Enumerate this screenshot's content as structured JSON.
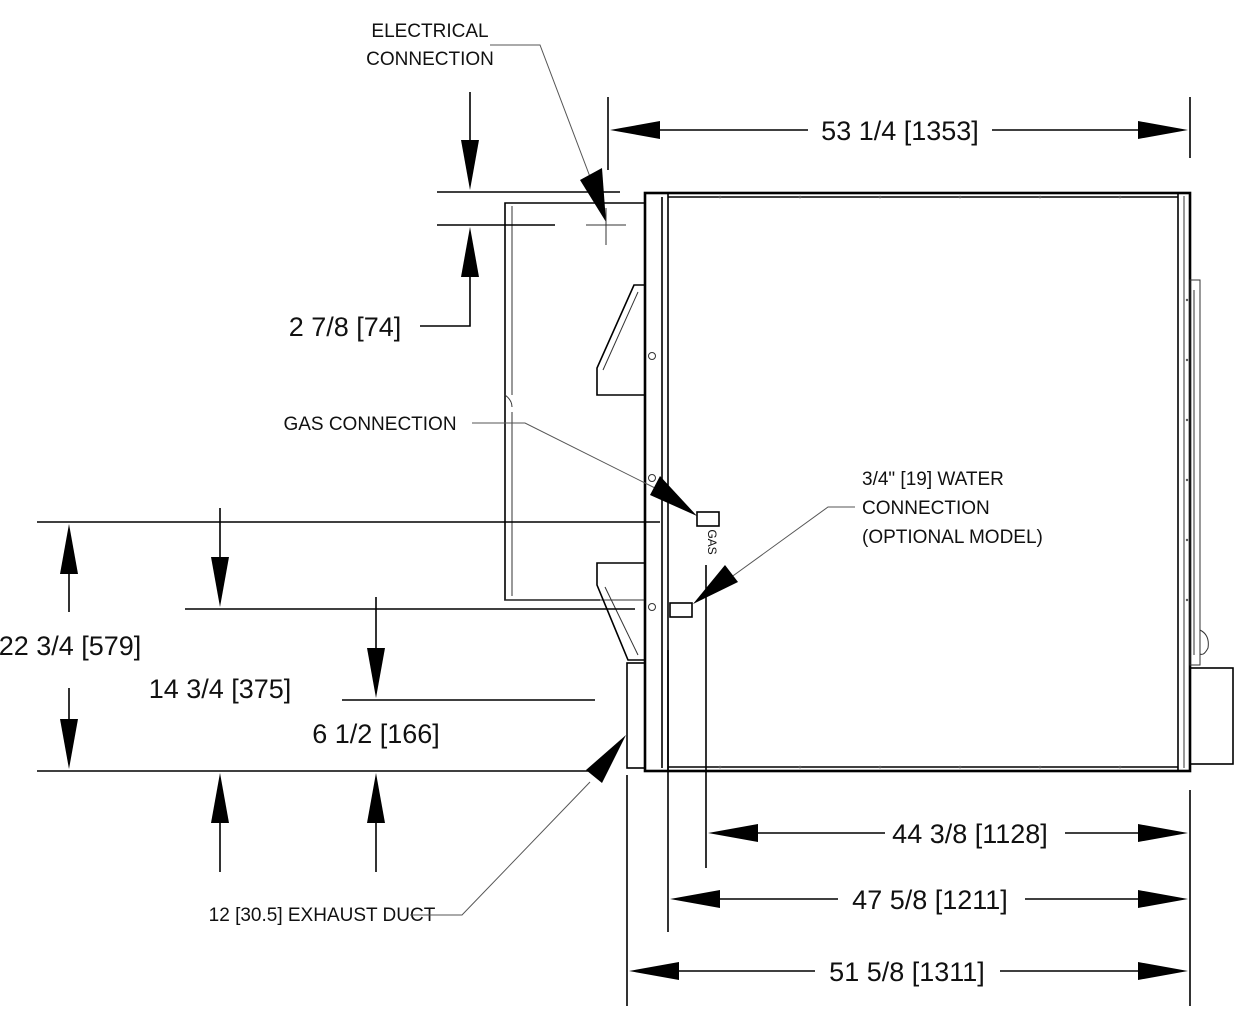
{
  "labels": {
    "electrical_connection": [
      "ELECTRICAL",
      "CONNECTION"
    ],
    "gas_connection": "GAS CONNECTION",
    "water_connection": [
      "3/4\" [19] WATER",
      "CONNECTION",
      "(OPTIONAL MODEL)"
    ],
    "exhaust_duct": "12 [30.5] EXHAUST DUCT",
    "gas_tag": "GAS"
  },
  "dimensions": {
    "overall_top": "53 1/4 [1353]",
    "electrical_offset": "2 7/8 [74]",
    "height_total": "22 3/4 [579]",
    "height_mid": "14 3/4 [375]",
    "height_low": "6 1/2 [166]",
    "width_water": "44 3/8 [1128]",
    "width_body": "47 5/8 [1211]",
    "width_overall": "51 5/8 [1311]"
  }
}
